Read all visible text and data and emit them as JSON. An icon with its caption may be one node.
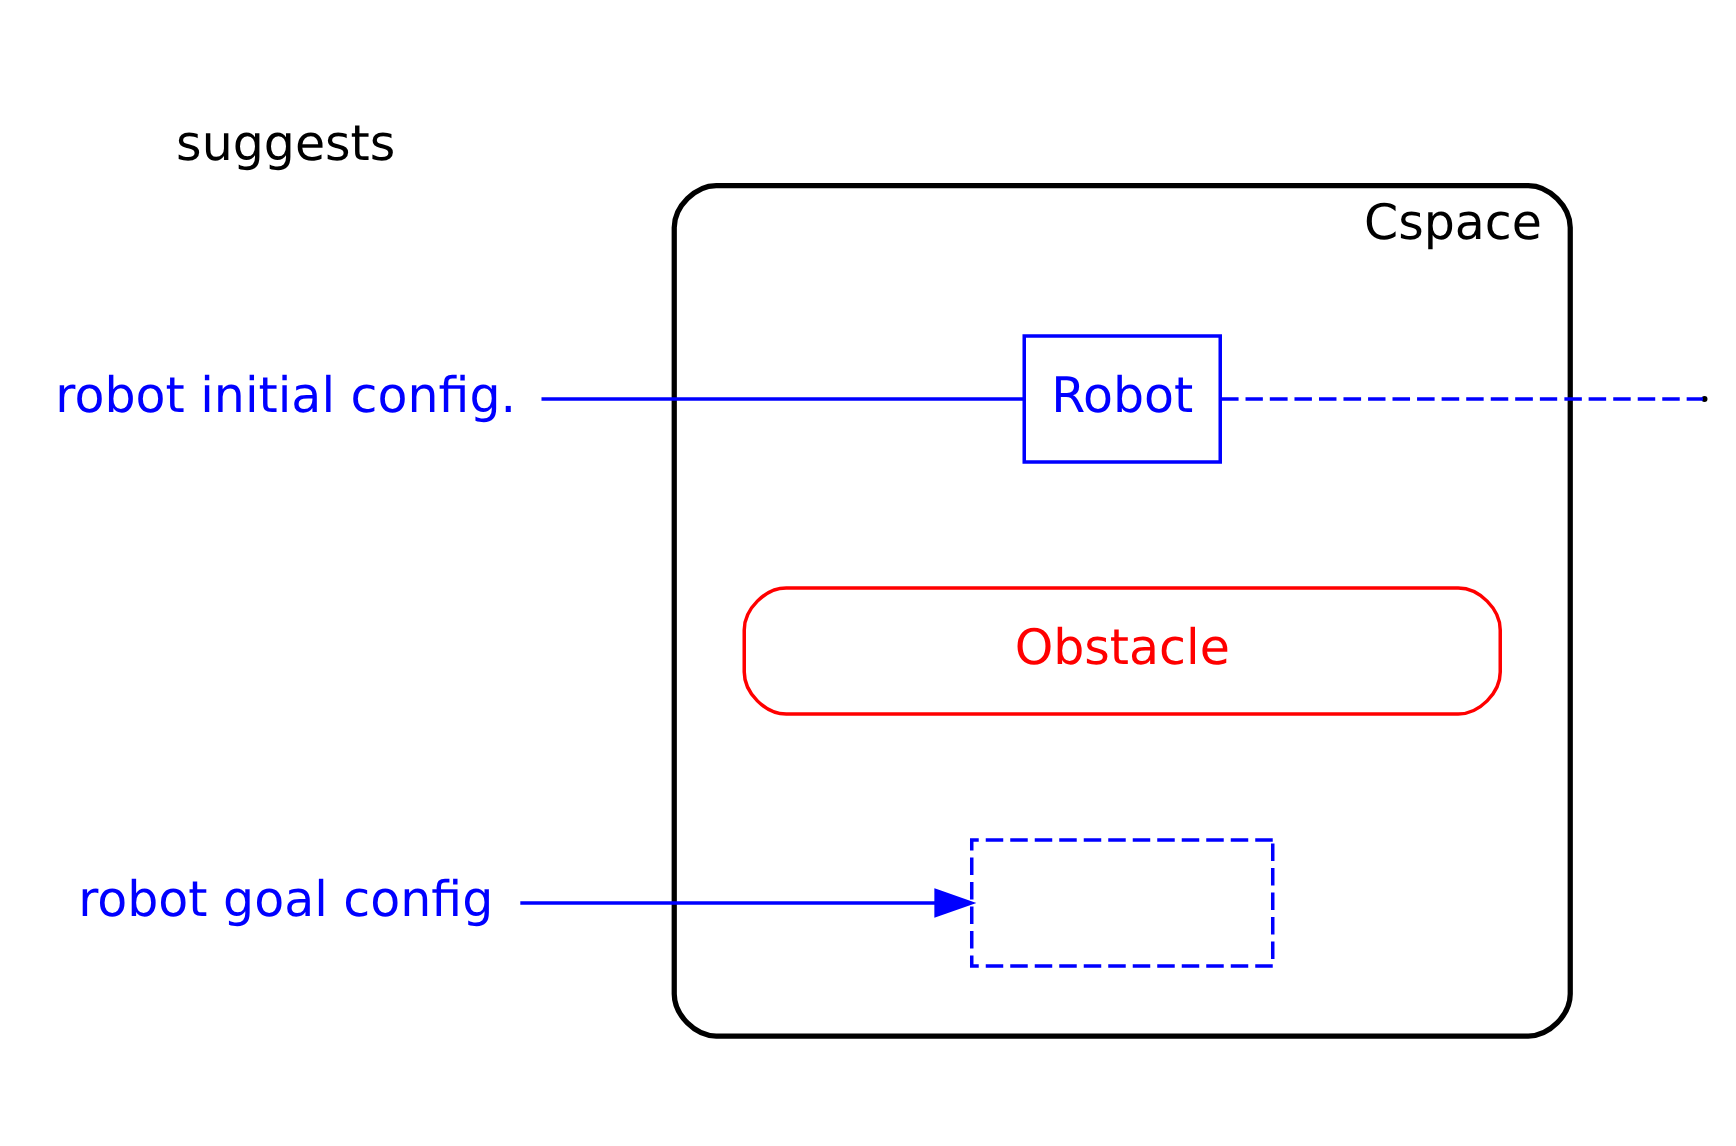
{
  "diagram": {
    "nodes": [
      {
        "text": [
          "Cspace"
        ]
      },
      {
        "text": [
          "Robot"
        ],
        "in": 0
      },
      {
        "text": [
          "Obstacle"
        ],
        "in": 0
      },
      {
        "text": [],
        "shape": "box",
        "in": 0
      },
      {
        "text": [
          "robot initial config."
        ]
      },
      {
        "text": [
          "robot goal config"
        ]
      }
    ],
    "edges": [
      {
        "from": 4,
        "to": 1,
        "arrow": "none"
      },
      {
        "from": 5,
        "to": 3,
        "arrow": "to"
      },
      {
        "from": 1,
        "to": null,
        "arrow": "none",
        "style": "dashed"
      }
    ],
    "labels": [
      "suggests"
    ]
  }
}
